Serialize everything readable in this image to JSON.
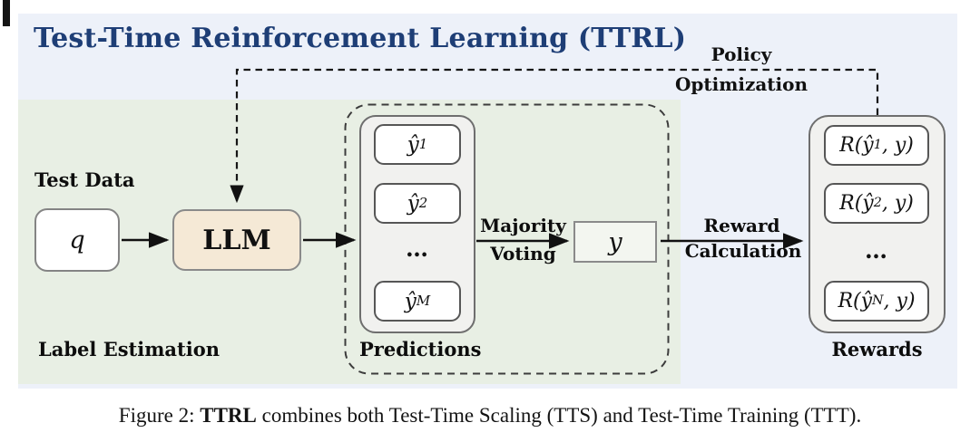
{
  "title": {
    "text": "Test-Time Reinforcement Learning (TTRL)"
  },
  "policy": {
    "line1": "Policy",
    "line2": "Optimization"
  },
  "test_data": {
    "label": "Test Data",
    "q": "q"
  },
  "llm": {
    "label": "LLM"
  },
  "label_estimation": {
    "label": "Label Estimation"
  },
  "predictions": {
    "label": "Predictions",
    "boxes": [
      {
        "main": "ŷ",
        "sub": "1"
      },
      {
        "main": "ŷ",
        "sub": "2"
      },
      {
        "main": "ŷ",
        "sub": "M"
      }
    ],
    "ellipsis": "…"
  },
  "majority_voting": {
    "line1": "Majority",
    "line2": "Voting"
  },
  "consensus": {
    "y": "y"
  },
  "reward_calculation": {
    "line1": "Reward",
    "line2": "Calculation"
  },
  "rewards": {
    "label": "Rewards",
    "boxes": [
      {
        "pre": "R(ŷ",
        "sub": "1",
        "post": ", y)"
      },
      {
        "pre": "R(ŷ",
        "sub": "2",
        "post": ", y)"
      },
      {
        "pre": "R(ŷ",
        "sub": "N",
        "post": ", y)"
      }
    ],
    "ellipsis": "…"
  },
  "caption": {
    "prefix": "Figure 2: ",
    "bold": "TTRL",
    "suffix": " combines both Test-Time Scaling (TTS) and Test-Time Training (TTT)."
  },
  "colors": {
    "outer_panel_bg": "#edf1f9",
    "inner_panel_bg": "#e8efe4",
    "llm_box_bg": "#f5e9d6",
    "consensus_box_bg": "#f3f6f0",
    "container_bg": "#f1f1ef",
    "title_text": "#1e3e76",
    "line": "#161616"
  }
}
